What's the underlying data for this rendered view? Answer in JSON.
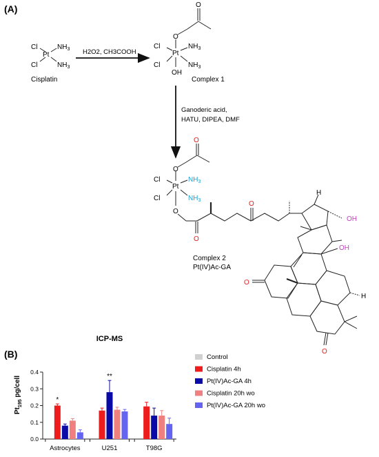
{
  "panel_a": {
    "label": "(A)",
    "cisplatin": {
      "name": "Cisplatin",
      "pt": "Pt",
      "cl1": "Cl",
      "cl2": "Cl",
      "nh3_1": "NH",
      "nh3_2": "NH",
      "sub": "3"
    },
    "step1_reagents": "H2O2, CH3COOH",
    "complex1": {
      "name": "Complex 1",
      "pt": "Pt",
      "cl1": "Cl",
      "cl2": "Cl",
      "nh3_1": "NH",
      "nh3_2": "NH",
      "sub": "3",
      "o_top": "O",
      "o_carbonyl": "O",
      "oh": "OH"
    },
    "step2_reagents_line1": "Ganoderic acid,",
    "step2_reagents_line2": "HATU, DIPEA, DMF",
    "complex2": {
      "name_line1": "Complex 2",
      "name_line2": "Pt(IV)Ac-GA",
      "pt": "Pt",
      "cl1": "Cl",
      "cl2": "Cl",
      "nh3_1": "NH",
      "nh3_2": "NH",
      "sub": "3",
      "o_top": "O",
      "o_carbonyl_top": "O",
      "o_bottom": "O",
      "o_carbonyl_ester": "O",
      "o_ketone_chain": "O",
      "oh1": "OH",
      "oh2": "OH",
      "h1": "H",
      "h2": "H",
      "o_ketone_ring1": "O",
      "o_ketone_ring2": "O"
    },
    "colors": {
      "amine": "#1aa3d6",
      "oxygen": "#e02020",
      "hydroxyl": "#c040c0",
      "bond": "#222222"
    }
  },
  "panel_b": {
    "label": "(B)",
    "title": "ICP-MS",
    "ylabel_main": "Pt",
    "ylabel_sub": "195",
    "ylabel_rest": " pg/cell",
    "legend": [
      {
        "label": "Control",
        "color": "#d0d0d0"
      },
      {
        "label": "Cisplatin 4h",
        "color": "#ee1c1c"
      },
      {
        "label": "Pt(IV)Ac-GA 4h",
        "color": "#0a0aa6"
      },
      {
        "label": "Cisplatin 20h wo",
        "color": "#f08080"
      },
      {
        "label": "Pt(IV)Ac-GA 20h wo",
        "color": "#6464f0"
      }
    ]
  },
  "chart_data": {
    "type": "bar",
    "title": "ICP-MS",
    "ylabel": "Pt195 pg/cell",
    "xlabel": "",
    "ylim": [
      0,
      0.4
    ],
    "yticks": [
      "0.0",
      "0.1",
      "0.2",
      "0.3",
      "0.4"
    ],
    "categories": [
      "Astrocytes",
      "U251",
      "T98G"
    ],
    "series": [
      {
        "name": "Control",
        "values": [
          0,
          0,
          0
        ],
        "errors": [
          0,
          0,
          0
        ]
      },
      {
        "name": "Cisplatin 4h",
        "values": [
          0.2,
          0.17,
          0.195
        ],
        "errors": [
          0.01,
          0.015,
          0.025
        ]
      },
      {
        "name": "Pt(IV)Ac-GA 4h",
        "values": [
          0.08,
          0.28,
          0.14
        ],
        "errors": [
          0.01,
          0.07,
          0.045
        ]
      },
      {
        "name": "Cisplatin 20h wo",
        "values": [
          0.11,
          0.175,
          0.14
        ],
        "errors": [
          0.012,
          0.015,
          0.03
        ]
      },
      {
        "name": "Pt(IV)Ac-GA 20h wo",
        "values": [
          0.04,
          0.165,
          0.09
        ],
        "errors": [
          0.015,
          0.012,
          0.035
        ]
      }
    ],
    "annotations": [
      {
        "category": "Astrocytes",
        "series": "Cisplatin 4h",
        "text": "*"
      },
      {
        "category": "U251",
        "series": "Pt(IV)Ac-GA 4h",
        "text": "**"
      }
    ],
    "legend_position": "right",
    "grid": false
  }
}
